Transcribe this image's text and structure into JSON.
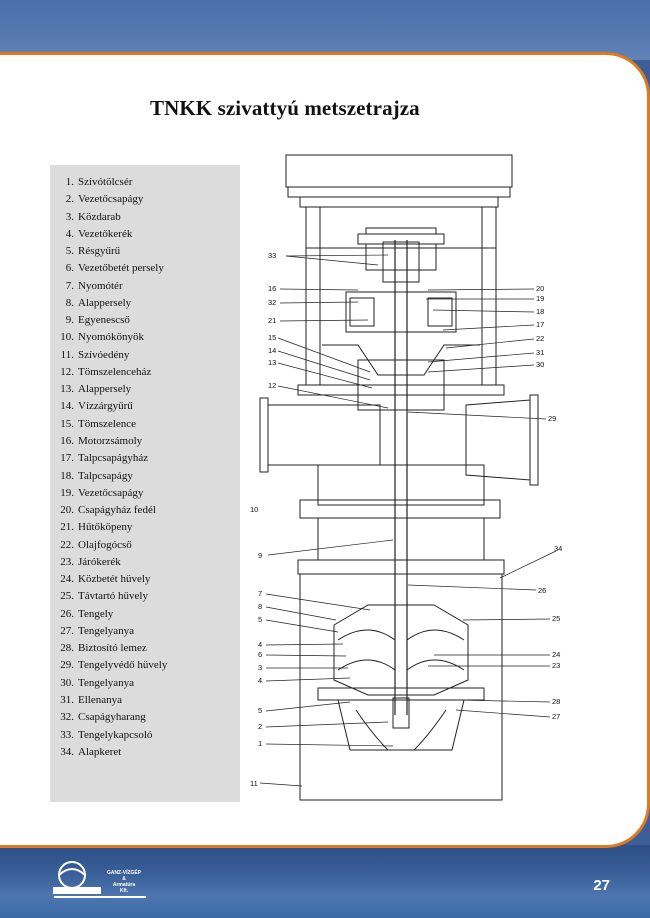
{
  "title": "TNKK szivattyú metszetrajza",
  "legend": [
    {
      "n": "1.",
      "t": "Szívótölcsér"
    },
    {
      "n": "2.",
      "t": "Vezetőcsapágy"
    },
    {
      "n": "3.",
      "t": "Közdarab"
    },
    {
      "n": "4.",
      "t": "Vezetőkerék"
    },
    {
      "n": "5.",
      "t": "Résgyűrű"
    },
    {
      "n": "6.",
      "t": "Vezetőbetét persely"
    },
    {
      "n": "7.",
      "t": "Nyomótér"
    },
    {
      "n": "8.",
      "t": "Alappersely"
    },
    {
      "n": "9.",
      "t": "Egyenescső"
    },
    {
      "n": "10.",
      "t": "Nyomókönyök"
    },
    {
      "n": "11.",
      "t": "Szívóedény"
    },
    {
      "n": "12.",
      "t": "Tömszelenceház"
    },
    {
      "n": "13.",
      "t": "Alappersely"
    },
    {
      "n": "14.",
      "t": "Vízzárgyűrű"
    },
    {
      "n": "15.",
      "t": "Tömszelence"
    },
    {
      "n": "16.",
      "t": "Motorzsámoly"
    },
    {
      "n": "17.",
      "t": "Talpcsapágyház"
    },
    {
      "n": "18.",
      "t": "Talpcsapágy"
    },
    {
      "n": "19.",
      "t": "Vezetőcsapágy"
    },
    {
      "n": "20.",
      "t": "Csapágyház fedél"
    },
    {
      "n": "21.",
      "t": "Hűtőköpeny"
    },
    {
      "n": "22.",
      "t": "Olajfogócső"
    },
    {
      "n": "23.",
      "t": "Járókerék"
    },
    {
      "n": "24.",
      "t": "Közbetét hüvely"
    },
    {
      "n": "25.",
      "t": "Távtartó hüvely"
    },
    {
      "n": "26.",
      "t": "Tengely"
    },
    {
      "n": "27.",
      "t": "Tengelyanya"
    },
    {
      "n": "28.",
      "t": "Biztosító lemez"
    },
    {
      "n": "29.",
      "t": "Tengelyvédő hüvely"
    },
    {
      "n": "30.",
      "t": "Tengelyanya"
    },
    {
      "n": "31.",
      "t": "Ellenanya"
    },
    {
      "n": "32.",
      "t": "Csapágyharang"
    },
    {
      "n": "33.",
      "t": "Tengelykapcsoló"
    },
    {
      "n": "34.",
      "t": "Alapkeret"
    }
  ],
  "callouts_left": [
    "33",
    "16",
    "32",
    "21",
    "15",
    "14",
    "13",
    "12",
    "10",
    "9",
    "7",
    "8",
    "5",
    "4",
    "6",
    "3",
    "4",
    "5",
    "2",
    "1",
    "11"
  ],
  "callouts_right": [
    "20",
    "19",
    "18",
    "17",
    "22",
    "31",
    "30",
    "29",
    "34",
    "26",
    "25",
    "24",
    "23",
    "28",
    "27"
  ],
  "logo": {
    "line1": "GANZ-VÍZGÉP",
    "line2": "&",
    "line3": "Armatúra",
    "line4": "Kft."
  },
  "page_number": "27"
}
